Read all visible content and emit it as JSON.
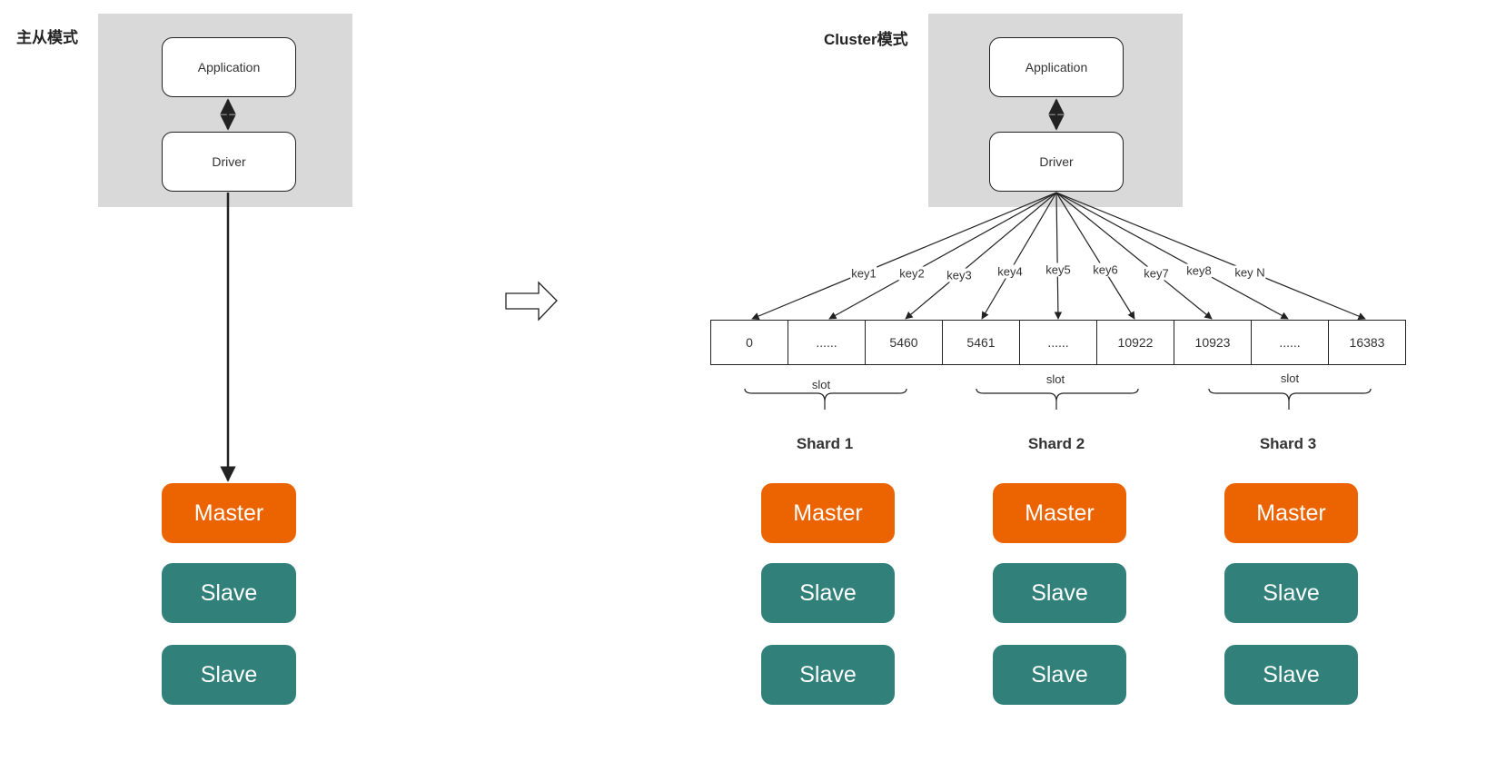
{
  "left": {
    "title": "主从模式",
    "app_label": "Application",
    "driver_label": "Driver",
    "master_label": "Master",
    "slave_labels": [
      "Slave",
      "Slave"
    ]
  },
  "right": {
    "title": "Cluster模式",
    "app_label": "Application",
    "driver_label": "Driver",
    "keys": [
      "key1",
      "key2",
      "key3",
      "key4",
      "key5",
      "key6",
      "key7",
      "key8",
      "key N"
    ],
    "slots": [
      "0",
      "......",
      "5460",
      "5461",
      "......",
      "10922",
      "10923",
      "......",
      "16383"
    ],
    "slot_group_label": "slot",
    "shards": [
      {
        "name": "Shard 1",
        "master": "Master",
        "slaves": [
          "Slave",
          "Slave"
        ]
      },
      {
        "name": "Shard 2",
        "master": "Master",
        "slaves": [
          "Slave",
          "Slave"
        ]
      },
      {
        "name": "Shard 3",
        "master": "Master",
        "slaves": [
          "Slave",
          "Slave"
        ]
      }
    ]
  },
  "colors": {
    "master": "#ec6402",
    "slave": "#31817a",
    "panel": "#d9d9d9"
  },
  "icons": {
    "transition": "right-arrow-icon"
  }
}
